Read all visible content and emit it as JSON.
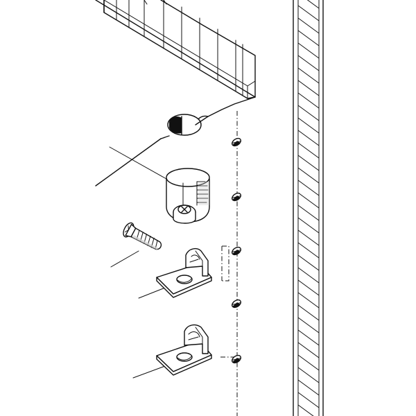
{
  "figure": {
    "kind": "exploded assembly drawing",
    "colors": {
      "line": "#111111",
      "background": "#ffffff",
      "shade": "#cfcfcf"
    },
    "parts": [
      {
        "name": "cabinet-panel"
      },
      {
        "name": "side-panel"
      },
      {
        "name": "drilled-hole"
      },
      {
        "name": "cam-connector-housing"
      },
      {
        "name": "screw"
      },
      {
        "name": "shelf-support-clip",
        "count": 2
      },
      {
        "name": "mounting-pin",
        "count": 5
      }
    ],
    "leader_lines": 4
  }
}
